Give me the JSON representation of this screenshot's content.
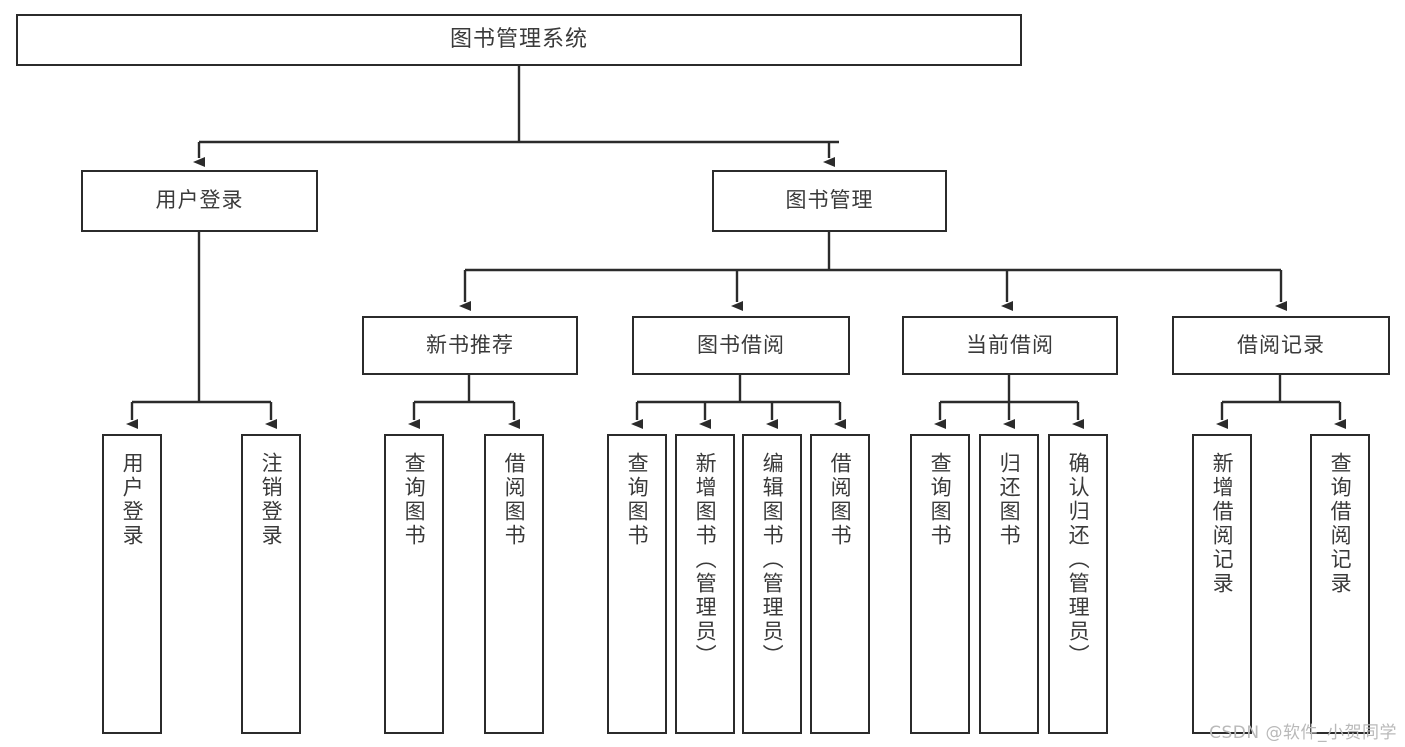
{
  "diagram": {
    "title": "图书管理系统",
    "watermark": "CSDN @软件_小贺同学",
    "line_color": "#2b2b2b",
    "text_color": "#3a3a3a",
    "background": "#ffffff",
    "root": {
      "label": "图书管理系统"
    },
    "level1": [
      {
        "label": "用户登录"
      },
      {
        "label": "图书管理"
      }
    ],
    "level2": [
      {
        "label": "新书推荐"
      },
      {
        "label": "图书借阅"
      },
      {
        "label": "当前借阅"
      },
      {
        "label": "借阅记录"
      }
    ],
    "leaves": {
      "user_login": [
        {
          "label": "用户登录"
        },
        {
          "label": "注销登录"
        }
      ],
      "new_book_recommend": [
        {
          "label": "查询图书"
        },
        {
          "label": "借阅图书"
        }
      ],
      "book_borrow": [
        {
          "label": "查询图书"
        },
        {
          "label": "新增图书（管理员）"
        },
        {
          "label": "编辑图书（管理员）"
        },
        {
          "label": "借阅图书"
        }
      ],
      "current_borrow": [
        {
          "label": "查询图书"
        },
        {
          "label": "归还图书"
        },
        {
          "label": "确认归还（管理员）"
        }
      ],
      "borrow_record": [
        {
          "label": "新增借阅记录"
        },
        {
          "label": "查询借阅记录"
        }
      ]
    }
  }
}
